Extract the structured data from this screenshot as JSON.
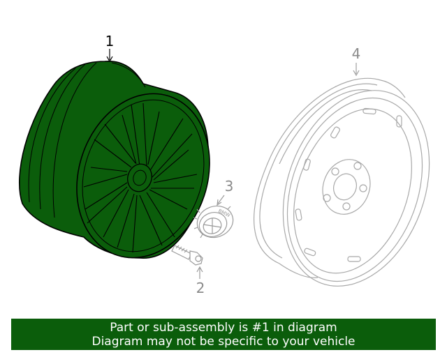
{
  "callouts": [
    {
      "label": "1"
    },
    {
      "label": "2"
    },
    {
      "label": "3"
    },
    {
      "label": "4"
    }
  ],
  "emblem": {
    "text": "BMW"
  },
  "banner": {
    "line1": "Part or sub-assembly is #1 in diagram",
    "line2": "Diagram may not be specific to your vehicle"
  },
  "colors": {
    "highlight_fill": "#0b5d0b",
    "line_muted": "#a0a0a0",
    "banner_bg": "#0b5d0b",
    "banner_text": "#ffffff"
  }
}
